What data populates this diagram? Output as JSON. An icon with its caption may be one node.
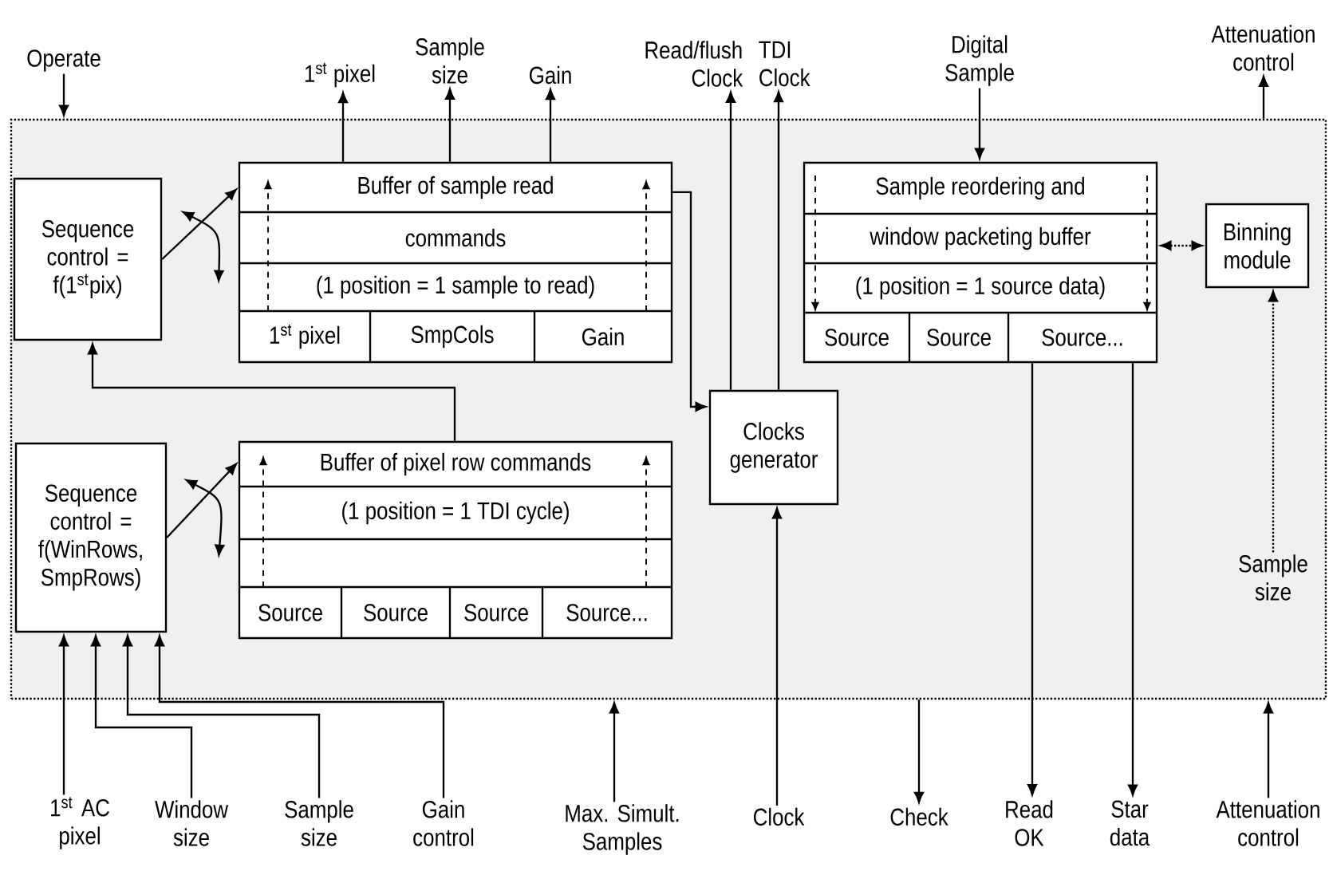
{
  "diagram": {
    "nodes": [
      {
        "text": [],
        "shape": "box"
      },
      {
        "text": [
          "Sequence control = f(1$^{st}$pix)"
        ],
        "in": 0
      },
      {
        "text": [
          "Buffer of sample read",
          "commands",
          "(1 position = 1 sample to read)",
          "1$^{st}$ pixel",
          "SmpCols",
          "Gain"
        ],
        "in": 0
      },
      {
        "text": [
          "Sequence control = f(WinRows, SmpRows)"
        ],
        "in": 0
      },
      {
        "text": [
          "Buffer of pixel row commands",
          "(1 position = 1 TDI cycle)",
          "Source",
          "Source",
          "Source",
          "Source..."
        ],
        "in": 0
      },
      {
        "text": [
          "Clocks generator"
        ],
        "in": 0
      },
      {
        "text": [
          "Sample reordering and",
          "window packeting buffer",
          "(1 position = 1 source data)",
          "Source",
          "Source",
          "Source..."
        ],
        "in": 0
      },
      {
        "text": [
          "Binning module"
        ],
        "in": 0
      },
      {
        "text": [
          "Operate"
        ]
      },
      {
        "text": [
          "1$^{st}$ pixel"
        ]
      },
      {
        "text": [
          "Sample size"
        ]
      },
      {
        "text": [
          "Gain"
        ]
      },
      {
        "text": [
          "Read/flush Clock"
        ]
      },
      {
        "text": [
          "TDI Clock"
        ]
      },
      {
        "text": [
          "Digital Sample"
        ]
      },
      {
        "text": [
          "Attenuation control"
        ]
      },
      {
        "text": [
          "Sample size"
        ],
        "in": 0
      },
      {
        "text": [
          "1$^{st}$ AC pixel"
        ]
      },
      {
        "text": [
          "Window size"
        ]
      },
      {
        "text": [
          "Sample size"
        ]
      },
      {
        "text": [
          "Gain control"
        ]
      },
      {
        "text": [
          "Max. Simult. Samples"
        ]
      },
      {
        "text": [
          "Clock"
        ]
      },
      {
        "text": [
          "Check"
        ]
      },
      {
        "text": [
          "Read OK"
        ]
      },
      {
        "text": [
          "Star data"
        ]
      },
      {
        "text": [
          "Attenuation control"
        ]
      }
    ],
    "edges": [
      {
        "from": 8,
        "to": 0,
        "arrow": "to"
      },
      {
        "from": 2,
        "to": 9,
        "arrow": "to"
      },
      {
        "from": 2,
        "to": 10,
        "arrow": "to"
      },
      {
        "from": 2,
        "to": 11,
        "arrow": "to"
      },
      {
        "from": 5,
        "to": 12,
        "arrow": "to"
      },
      {
        "from": 5,
        "to": 13,
        "arrow": "to"
      },
      {
        "from": 14,
        "to": 6,
        "arrow": "to"
      },
      {
        "from": 0,
        "to": 15,
        "arrow": "to"
      },
      {
        "from": 1,
        "to": 2,
        "arrow": "to"
      },
      {
        "from": 3,
        "to": 4,
        "arrow": "to"
      },
      {
        "from": 4,
        "to": 1,
        "arrow": "to"
      },
      {
        "from": 2,
        "to": 5,
        "arrow": "to"
      },
      {
        "from": 6,
        "to": 7,
        "arrow": "both",
        "style": "dashed"
      },
      {
        "from": 16,
        "to": 7,
        "arrow": "to",
        "style": "dashed"
      },
      {
        "from": 17,
        "to": 3,
        "arrow": "to"
      },
      {
        "from": 18,
        "to": 3,
        "arrow": "to"
      },
      {
        "from": 19,
        "to": 3,
        "arrow": "to"
      },
      {
        "from": 20,
        "to": 3,
        "arrow": "to"
      },
      {
        "from": 21,
        "to": 0,
        "arrow": "to"
      },
      {
        "from": 22,
        "to": 5,
        "arrow": "to"
      },
      {
        "from": 0,
        "to": 23,
        "arrow": "to"
      },
      {
        "from": 6,
        "to": 24,
        "arrow": "to"
      },
      {
        "from": 6,
        "to": 25,
        "arrow": "to"
      },
      {
        "from": 26,
        "to": 0,
        "arrow": "to"
      }
    ]
  }
}
